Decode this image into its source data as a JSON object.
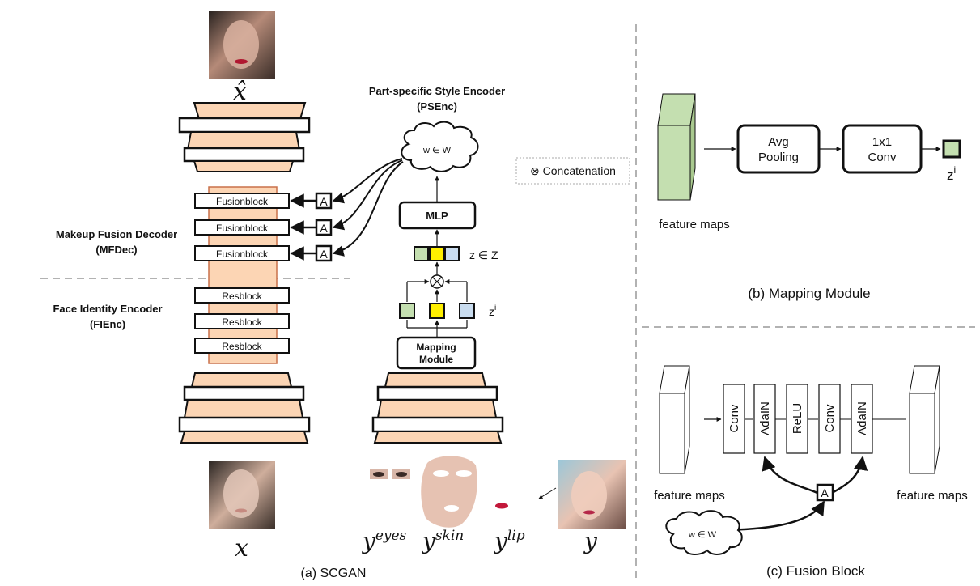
{
  "scgan": {
    "x_hat_label": "x̂",
    "pse_title": "Part-specific Style Encoder",
    "pse_abbr": "(PSEnc)",
    "cloud_label": "w ∈ W",
    "mlp_label": "MLP",
    "z_label": "z ∈ Z",
    "zi_label": "z",
    "zi_sup": "i",
    "mapping_label_1": "Mapping",
    "mapping_label_2": "Module",
    "mfdec_title": "Makeup Fusion Decoder",
    "mfdec_abbr": "(MFDec)",
    "fienc_title": "Face Identity Encoder",
    "fienc_abbr": "(FIEnc)",
    "fusionblocks": [
      "Fusionblock",
      "Fusionblock",
      "Fusionblock"
    ],
    "resblocks": [
      "Resblock",
      "Resblock",
      "Resblock"
    ],
    "adain_badge": "A",
    "x_label": "x",
    "y_eyes_base": "y",
    "y_eyes_sup": "eyes",
    "y_skin_base": "y",
    "y_skin_sup": "skin",
    "y_lip_base": "y",
    "y_lip_sup": "lip",
    "y_label": "y",
    "caption": "(a) SCGAN"
  },
  "concat_legend": "⊗ Concatenation",
  "mapping": {
    "input_label": "feature maps",
    "avgpool_1": "Avg",
    "avgpool_2": "Pooling",
    "conv_1": "1x1",
    "conv_2": "Conv",
    "output_label": "z",
    "output_sup": "i",
    "caption": "(b) Mapping Module"
  },
  "fusion": {
    "input_label": "feature maps",
    "output_label": "feature maps",
    "ops": [
      "Conv",
      "AdaIN",
      "ReLU",
      "Conv",
      "AdaIN"
    ],
    "badge": "A",
    "cloud_label": "w ∈ W",
    "caption": "(c) Fusion Block"
  },
  "colors": {
    "peach": "#fcd5b4",
    "peach_stroke": "#c9704a",
    "green": "#c4dfb0",
    "yellow": "#ffef00",
    "blue": "#c9dcef"
  }
}
